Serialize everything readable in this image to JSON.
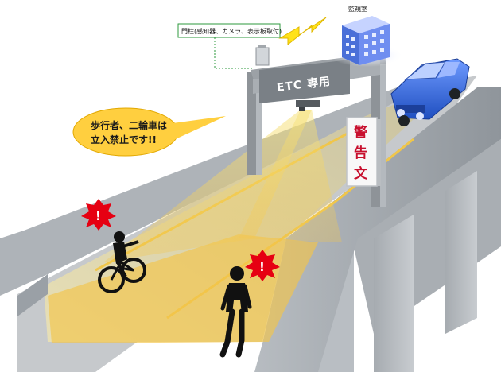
{
  "diagram": {
    "pole_label": "門柱(感知器、カメラ、表示板取付)",
    "control_center_label": "監視室",
    "gantry_sign": "ETC 専用",
    "warning_sign_chars": [
      "警",
      "告",
      "文"
    ],
    "callout_line1": "歩行者、二輪車は",
    "callout_line2": "立入禁止です!!",
    "alert_symbol": "!"
  },
  "colors": {
    "road": "#dcd4a8",
    "highlight_yellow": "#f0c64a",
    "structure_gray": "#9aa0a6",
    "gantry": "#8e9398",
    "callout_fill": "#ffcf3f",
    "alert_red": "#e60012",
    "car_blue": "#2c63d6",
    "building_blue": "#4a6fd8",
    "warning_text": "#c8102e"
  },
  "icons": [
    "lightning-icon",
    "alert-icon",
    "car-icon",
    "cyclist-icon",
    "pedestrian-icon",
    "building-icon",
    "camera-icon"
  ]
}
